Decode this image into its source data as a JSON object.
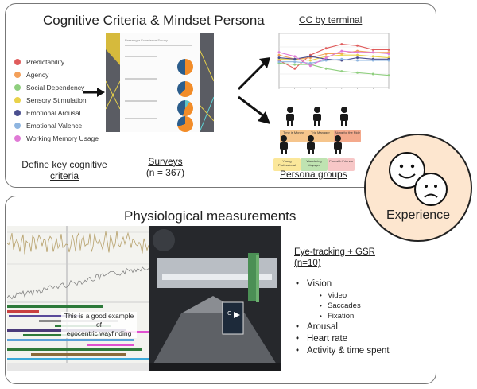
{
  "top": {
    "title": "Cognitive Criteria & Mindset Persona",
    "criteria": [
      {
        "label": "Predictability",
        "color": "#e05c5c"
      },
      {
        "label": "Agency",
        "color": "#f3a05a"
      },
      {
        "label": "Social Dependency",
        "color": "#8fcf7e"
      },
      {
        "label": "Sensory Stimulation",
        "color": "#e9d24a"
      },
      {
        "label": "Emotional Arousal",
        "color": "#4a4f8f"
      },
      {
        "label": "Emotional Valence",
        "color": "#8eb5e0"
      },
      {
        "label": "Working Memory Usage",
        "color": "#e07ad6"
      }
    ],
    "define_line1": "Define key cognitive",
    "define_line2": "criteria",
    "survey_heading": "Passenger Experience Survey",
    "surveys_line1": "Surveys",
    "surveys_line2": "(n = 367)",
    "cc_title": "CC by terminal",
    "persona_label": "Persona groups",
    "personas": [
      {
        "tag": "Time is Money",
        "color": "#f6c58c"
      },
      {
        "tag": "Trip Manager",
        "color": "#f6c58c"
      },
      {
        "tag": "Along for the Ride",
        "color": "#f4a98c"
      },
      {
        "tag": "Young Professional",
        "color": "#fbe79a"
      },
      {
        "tag": "Wandering Voyager",
        "color": "#bfe3b1"
      },
      {
        "tag": "Fun with Friends",
        "color": "#f7c7c7"
      }
    ]
  },
  "chart_data": {
    "type": "line",
    "title": "CC by terminal",
    "x": [
      1,
      2,
      3,
      4,
      5,
      6,
      7,
      8
    ],
    "series": [
      {
        "color": "#e05c5c",
        "values": [
          3.0,
          2.4,
          3.4,
          3.9,
          4.2,
          4.1,
          3.8,
          3.8
        ]
      },
      {
        "color": "#f3a05a",
        "values": [
          3.4,
          3.1,
          3.2,
          3.5,
          3.5,
          3.7,
          3.6,
          3.6
        ]
      },
      {
        "color": "#8fcf7e",
        "values": [
          2.8,
          2.7,
          2.7,
          2.4,
          2.2,
          2.1,
          2.0,
          1.9
        ]
      },
      {
        "color": "#e9d24a",
        "values": [
          3.1,
          3.1,
          3.0,
          3.3,
          3.4,
          3.4,
          3.3,
          3.2
        ]
      },
      {
        "color": "#4a4f8f",
        "values": [
          3.2,
          3.1,
          3.3,
          3.1,
          3.0,
          3.2,
          3.1,
          3.1
        ]
      },
      {
        "color": "#8eb5e0",
        "values": [
          2.9,
          2.9,
          2.8,
          3.0,
          3.1,
          3.0,
          3.0,
          3.0
        ]
      },
      {
        "color": "#e07ad6",
        "values": [
          3.6,
          3.3,
          2.6,
          3.2,
          3.7,
          3.6,
          3.6,
          3.5
        ]
      }
    ],
    "ylim": [
      1,
      5
    ]
  },
  "bottom": {
    "title": "Physiological measurements",
    "annotation_line1": "This is a good example of",
    "annotation_line2": "egocentric wayfinding",
    "eyetracking_line1": "Eye-tracking + GSR",
    "eyetracking_line2": "(n=10)",
    "vision": "Vision",
    "vision_items": [
      "Video",
      "Saccades",
      "Fixation"
    ],
    "others": [
      "Arousal",
      "Heart rate",
      "Activity & time spent"
    ]
  },
  "experience": {
    "label": "Experience"
  }
}
